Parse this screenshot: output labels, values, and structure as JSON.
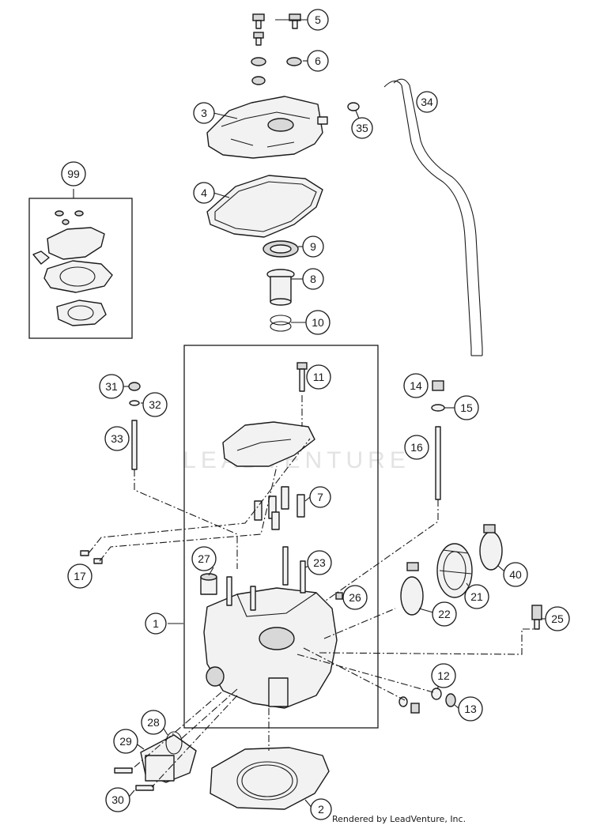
{
  "watermark": "LEADVENTURE",
  "footer": "Rendered by LeadVenture, Inc.",
  "callouts": [
    {
      "label": "5"
    },
    {
      "label": "6"
    },
    {
      "label": "3"
    },
    {
      "label": "34"
    },
    {
      "label": "35"
    },
    {
      "label": "99"
    },
    {
      "label": "4"
    },
    {
      "label": "9"
    },
    {
      "label": "8"
    },
    {
      "label": "10"
    },
    {
      "label": "11"
    },
    {
      "label": "31"
    },
    {
      "label": "32"
    },
    {
      "label": "33"
    },
    {
      "label": "14"
    },
    {
      "label": "15"
    },
    {
      "label": "16"
    },
    {
      "label": "7"
    },
    {
      "label": "17"
    },
    {
      "label": "27"
    },
    {
      "label": "23"
    },
    {
      "label": "40"
    },
    {
      "label": "26"
    },
    {
      "label": "21"
    },
    {
      "label": "1"
    },
    {
      "label": "22"
    },
    {
      "label": "25"
    },
    {
      "label": "12"
    },
    {
      "label": "13"
    },
    {
      "label": "28"
    },
    {
      "label": "29"
    },
    {
      "label": "30"
    },
    {
      "label": "2"
    }
  ]
}
